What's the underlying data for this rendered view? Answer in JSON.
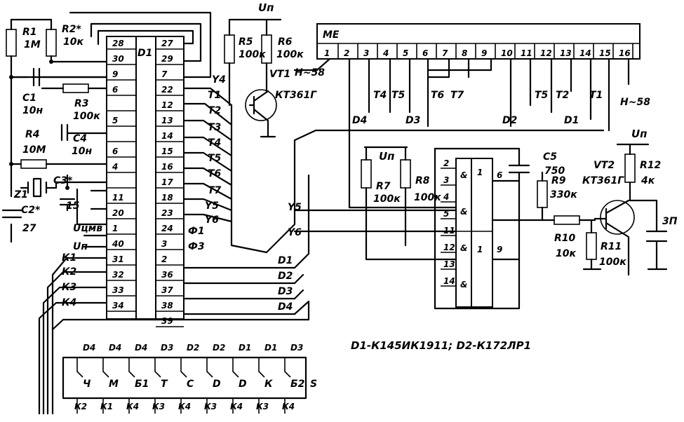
{
  "caption": "D1-К145ИК1911; D2-К172ЛР1",
  "power_label": "Uп",
  "d1": {
    "name": "D1",
    "left_pins": [
      "28",
      "30",
      "9",
      "6",
      "",
      "5",
      "",
      "6",
      "4",
      "",
      "11",
      "20",
      "1",
      "40",
      "31",
      "32",
      "33",
      "34"
    ],
    "right_pins": [
      "27",
      "29",
      "7",
      "22",
      "12",
      "13",
      "14",
      "15",
      "16",
      "17",
      "18",
      "23",
      "24",
      "3",
      "2",
      "36",
      "37",
      "38",
      "39"
    ]
  },
  "d2": {
    "pins_left": [
      "2",
      "3",
      "4",
      "5",
      "11",
      "12",
      "13",
      "14"
    ],
    "gate_labels": [
      "&",
      "&",
      "&",
      "&"
    ],
    "inner": [
      "1",
      "1"
    ],
    "pins_right": [
      "6",
      "9"
    ]
  },
  "me": {
    "name": "МЕ",
    "pins": [
      "1",
      "2",
      "3",
      "4",
      "5",
      "6",
      "7",
      "8",
      "9",
      "10",
      "11",
      "12",
      "13",
      "14",
      "15",
      "16"
    ],
    "top_right_label": "Н~58",
    "bottom_right_label": "Н~58"
  },
  "components": {
    "R1": [
      "R1",
      "1М"
    ],
    "R2": [
      "R2*",
      "10к"
    ],
    "C1": [
      "С1",
      "10н"
    ],
    "R3": [
      "R3",
      "100к"
    ],
    "R4": [
      "R4",
      "10М"
    ],
    "C4": [
      "С4",
      "10н"
    ],
    "Z1": "Z1",
    "C3": "С3*",
    "C3v": "15",
    "C2": [
      "С2*",
      "27"
    ],
    "Umvd": "Uцмв",
    "Un": "Uп",
    "R5": [
      "R5",
      "100к"
    ],
    "R6": [
      "R6",
      "100к"
    ],
    "VT1": [
      "VT1",
      "КТ361Г"
    ],
    "R7": [
      "R7",
      "100к"
    ],
    "R8": [
      "R8",
      "100к"
    ],
    "C5": [
      "С5",
      "750"
    ],
    "R9": [
      "R9",
      "330к"
    ],
    "R10": [
      "R10",
      "10к"
    ],
    "R11": [
      "R11",
      "100к"
    ],
    "VT2": [
      "VT2",
      "КТ361Г"
    ],
    "R12": [
      "R12",
      "4к"
    ],
    "ZP": "3П"
  },
  "signals": {
    "T": [
      "Т1",
      "Т2",
      "Т3",
      "Т4",
      "Т5",
      "Т6",
      "Т7",
      "Y5",
      "Y6",
      "Ф1",
      "Ф3",
      "Y4"
    ],
    "D": [
      "D1",
      "D2",
      "D3",
      "D4"
    ],
    "K": [
      "К1",
      "К2",
      "К3",
      "К4"
    ],
    "digits_near_me": [
      "Т4",
      "Т5",
      "Т6",
      "Т7",
      "Т5",
      "Т2",
      "Т1",
      "D4",
      "D3",
      "D2",
      "D1"
    ],
    "y_right": [
      "Y5",
      "Y6"
    ]
  },
  "keyboard": {
    "top": [
      "D4",
      "D4",
      "D4",
      "D3",
      "D2",
      "D2",
      "D1",
      "D1",
      "D3"
    ],
    "keys": [
      "Ч",
      "М",
      "Б1",
      "Т",
      "С",
      "D",
      "D",
      "К",
      "Б2"
    ],
    "bottom": [
      "К2",
      "К1",
      "К4",
      "К3",
      "К4",
      "К3",
      "К4",
      "К3",
      "К4"
    ],
    "side": "S"
  }
}
